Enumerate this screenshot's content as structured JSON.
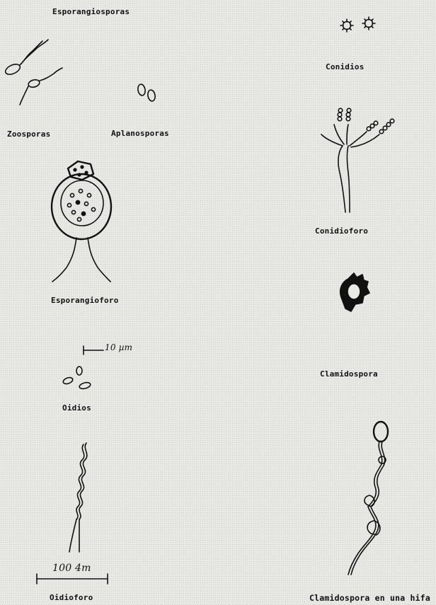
{
  "labels": {
    "esporangiosporas": "Esporangiosporas",
    "zoosporas": "Zoosporas",
    "aplanosporas": "Aplanosporas",
    "esporangioforo": "Esporangioforo",
    "oidios": "Oidios",
    "oidioforo": "Oidioforo",
    "conidios": "Conidios",
    "conidioforo": "Conidioforo",
    "clamidospora": "Clamidospora",
    "clamidospora_hifa": "Clamidospora en una hifa"
  },
  "scales": {
    "small": "10 µm",
    "large": "100 4m"
  },
  "colors": {
    "ink": "#111111",
    "paper": "#e9e9e6"
  },
  "icons": [
    "zoospore-icon",
    "aplanospore-icon",
    "sporangiophore-icon",
    "oidia-icon",
    "oidiophore-icon",
    "conidia-icon",
    "conidiophore-icon",
    "chlamydospore-icon",
    "chlamydospore-hypha-icon"
  ]
}
